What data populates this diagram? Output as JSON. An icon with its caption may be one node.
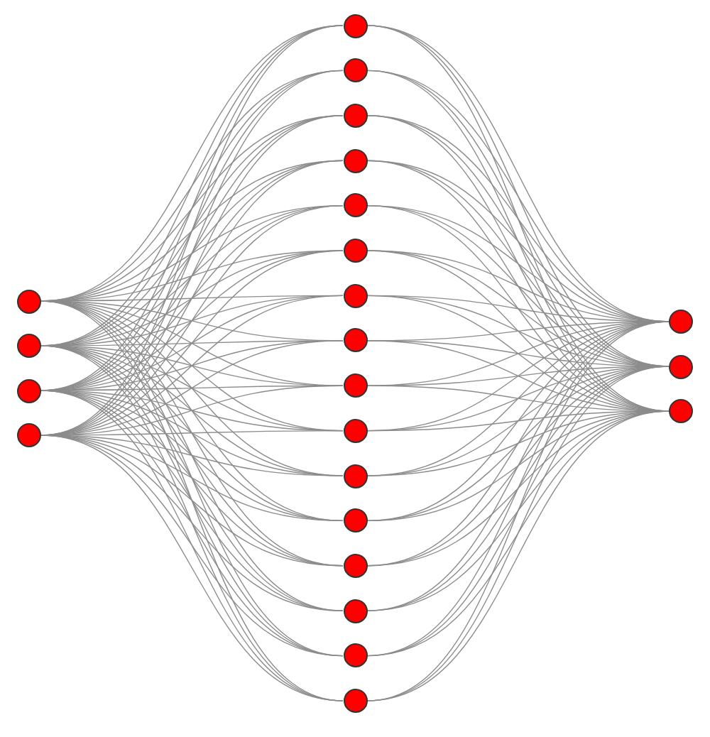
{
  "diagram": {
    "nodes": [
      {
        "text": [],
        "shape": "circle"
      },
      {
        "text": [],
        "shape": "circle"
      },
      {
        "text": [],
        "shape": "circle"
      },
      {
        "text": [],
        "shape": "circle"
      },
      {
        "text": [],
        "shape": "circle"
      },
      {
        "text": [],
        "shape": "circle"
      },
      {
        "text": [],
        "shape": "circle"
      },
      {
        "text": [],
        "shape": "circle"
      },
      {
        "text": [],
        "shape": "circle"
      },
      {
        "text": [],
        "shape": "circle"
      },
      {
        "text": [],
        "shape": "circle"
      },
      {
        "text": [],
        "shape": "circle"
      },
      {
        "text": [],
        "shape": "circle"
      },
      {
        "text": [],
        "shape": "circle"
      },
      {
        "text": [],
        "shape": "circle"
      },
      {
        "text": [],
        "shape": "circle"
      },
      {
        "text": [],
        "shape": "circle"
      },
      {
        "text": [],
        "shape": "circle"
      },
      {
        "text": [],
        "shape": "circle"
      },
      {
        "text": [],
        "shape": "circle"
      },
      {
        "text": [],
        "shape": "circle"
      },
      {
        "text": [],
        "shape": "circle"
      },
      {
        "text": [],
        "shape": "circle"
      }
    ],
    "edges": [
      {
        "from": 0,
        "to": 4,
        "arrow": "none"
      },
      {
        "from": 0,
        "to": 5,
        "arrow": "none"
      },
      {
        "from": 0,
        "to": 6,
        "arrow": "none"
      },
      {
        "from": 0,
        "to": 7,
        "arrow": "none"
      },
      {
        "from": 0,
        "to": 8,
        "arrow": "none"
      },
      {
        "from": 0,
        "to": 9,
        "arrow": "none"
      },
      {
        "from": 0,
        "to": 10,
        "arrow": "none"
      },
      {
        "from": 0,
        "to": 11,
        "arrow": "none"
      },
      {
        "from": 0,
        "to": 12,
        "arrow": "none"
      },
      {
        "from": 0,
        "to": 13,
        "arrow": "none"
      },
      {
        "from": 0,
        "to": 14,
        "arrow": "none"
      },
      {
        "from": 0,
        "to": 15,
        "arrow": "none"
      },
      {
        "from": 0,
        "to": 16,
        "arrow": "none"
      },
      {
        "from": 0,
        "to": 17,
        "arrow": "none"
      },
      {
        "from": 0,
        "to": 18,
        "arrow": "none"
      },
      {
        "from": 0,
        "to": 19,
        "arrow": "none"
      },
      {
        "from": 1,
        "to": 4,
        "arrow": "none"
      },
      {
        "from": 1,
        "to": 5,
        "arrow": "none"
      },
      {
        "from": 1,
        "to": 6,
        "arrow": "none"
      },
      {
        "from": 1,
        "to": 7,
        "arrow": "none"
      },
      {
        "from": 1,
        "to": 8,
        "arrow": "none"
      },
      {
        "from": 1,
        "to": 9,
        "arrow": "none"
      },
      {
        "from": 1,
        "to": 10,
        "arrow": "none"
      },
      {
        "from": 1,
        "to": 11,
        "arrow": "none"
      },
      {
        "from": 1,
        "to": 12,
        "arrow": "none"
      },
      {
        "from": 1,
        "to": 13,
        "arrow": "none"
      },
      {
        "from": 1,
        "to": 14,
        "arrow": "none"
      },
      {
        "from": 1,
        "to": 15,
        "arrow": "none"
      },
      {
        "from": 1,
        "to": 16,
        "arrow": "none"
      },
      {
        "from": 1,
        "to": 17,
        "arrow": "none"
      },
      {
        "from": 1,
        "to": 18,
        "arrow": "none"
      },
      {
        "from": 1,
        "to": 19,
        "arrow": "none"
      },
      {
        "from": 2,
        "to": 4,
        "arrow": "none"
      },
      {
        "from": 2,
        "to": 5,
        "arrow": "none"
      },
      {
        "from": 2,
        "to": 6,
        "arrow": "none"
      },
      {
        "from": 2,
        "to": 7,
        "arrow": "none"
      },
      {
        "from": 2,
        "to": 8,
        "arrow": "none"
      },
      {
        "from": 2,
        "to": 9,
        "arrow": "none"
      },
      {
        "from": 2,
        "to": 10,
        "arrow": "none"
      },
      {
        "from": 2,
        "to": 11,
        "arrow": "none"
      },
      {
        "from": 2,
        "to": 12,
        "arrow": "none"
      },
      {
        "from": 2,
        "to": 13,
        "arrow": "none"
      },
      {
        "from": 2,
        "to": 14,
        "arrow": "none"
      },
      {
        "from": 2,
        "to": 15,
        "arrow": "none"
      },
      {
        "from": 2,
        "to": 16,
        "arrow": "none"
      },
      {
        "from": 2,
        "to": 17,
        "arrow": "none"
      },
      {
        "from": 2,
        "to": 18,
        "arrow": "none"
      },
      {
        "from": 2,
        "to": 19,
        "arrow": "none"
      },
      {
        "from": 3,
        "to": 4,
        "arrow": "none"
      },
      {
        "from": 3,
        "to": 5,
        "arrow": "none"
      },
      {
        "from": 3,
        "to": 6,
        "arrow": "none"
      },
      {
        "from": 3,
        "to": 7,
        "arrow": "none"
      },
      {
        "from": 3,
        "to": 8,
        "arrow": "none"
      },
      {
        "from": 3,
        "to": 9,
        "arrow": "none"
      },
      {
        "from": 3,
        "to": 10,
        "arrow": "none"
      },
      {
        "from": 3,
        "to": 11,
        "arrow": "none"
      },
      {
        "from": 3,
        "to": 12,
        "arrow": "none"
      },
      {
        "from": 3,
        "to": 13,
        "arrow": "none"
      },
      {
        "from": 3,
        "to": 14,
        "arrow": "none"
      },
      {
        "from": 3,
        "to": 15,
        "arrow": "none"
      },
      {
        "from": 3,
        "to": 16,
        "arrow": "none"
      },
      {
        "from": 3,
        "to": 17,
        "arrow": "none"
      },
      {
        "from": 3,
        "to": 18,
        "arrow": "none"
      },
      {
        "from": 3,
        "to": 19,
        "arrow": "none"
      },
      {
        "from": 4,
        "to": 20,
        "arrow": "none"
      },
      {
        "from": 4,
        "to": 21,
        "arrow": "none"
      },
      {
        "from": 4,
        "to": 22,
        "arrow": "none"
      },
      {
        "from": 5,
        "to": 20,
        "arrow": "none"
      },
      {
        "from": 5,
        "to": 21,
        "arrow": "none"
      },
      {
        "from": 5,
        "to": 22,
        "arrow": "none"
      },
      {
        "from": 6,
        "to": 20,
        "arrow": "none"
      },
      {
        "from": 6,
        "to": 21,
        "arrow": "none"
      },
      {
        "from": 6,
        "to": 22,
        "arrow": "none"
      },
      {
        "from": 7,
        "to": 20,
        "arrow": "none"
      },
      {
        "from": 7,
        "to": 21,
        "arrow": "none"
      },
      {
        "from": 7,
        "to": 22,
        "arrow": "none"
      },
      {
        "from": 8,
        "to": 20,
        "arrow": "none"
      },
      {
        "from": 8,
        "to": 21,
        "arrow": "none"
      },
      {
        "from": 8,
        "to": 22,
        "arrow": "none"
      },
      {
        "from": 9,
        "to": 20,
        "arrow": "none"
      },
      {
        "from": 9,
        "to": 21,
        "arrow": "none"
      },
      {
        "from": 9,
        "to": 22,
        "arrow": "none"
      },
      {
        "from": 10,
        "to": 20,
        "arrow": "none"
      },
      {
        "from": 10,
        "to": 21,
        "arrow": "none"
      },
      {
        "from": 10,
        "to": 22,
        "arrow": "none"
      },
      {
        "from": 11,
        "to": 20,
        "arrow": "none"
      },
      {
        "from": 11,
        "to": 21,
        "arrow": "none"
      },
      {
        "from": 11,
        "to": 22,
        "arrow": "none"
      },
      {
        "from": 12,
        "to": 20,
        "arrow": "none"
      },
      {
        "from": 12,
        "to": 21,
        "arrow": "none"
      },
      {
        "from": 12,
        "to": 22,
        "arrow": "none"
      },
      {
        "from": 13,
        "to": 20,
        "arrow": "none"
      },
      {
        "from": 13,
        "to": 21,
        "arrow": "none"
      },
      {
        "from": 13,
        "to": 22,
        "arrow": "none"
      },
      {
        "from": 14,
        "to": 20,
        "arrow": "none"
      },
      {
        "from": 14,
        "to": 21,
        "arrow": "none"
      },
      {
        "from": 14,
        "to": 22,
        "arrow": "none"
      },
      {
        "from": 15,
        "to": 20,
        "arrow": "none"
      },
      {
        "from": 15,
        "to": 21,
        "arrow": "none"
      },
      {
        "from": 15,
        "to": 22,
        "arrow": "none"
      },
      {
        "from": 16,
        "to": 20,
        "arrow": "none"
      },
      {
        "from": 16,
        "to": 21,
        "arrow": "none"
      },
      {
        "from": 16,
        "to": 22,
        "arrow": "none"
      },
      {
        "from": 17,
        "to": 20,
        "arrow": "none"
      },
      {
        "from": 17,
        "to": 21,
        "arrow": "none"
      },
      {
        "from": 17,
        "to": 22,
        "arrow": "none"
      },
      {
        "from": 18,
        "to": 20,
        "arrow": "none"
      },
      {
        "from": 18,
        "to": 21,
        "arrow": "none"
      },
      {
        "from": 18,
        "to": 22,
        "arrow": "none"
      },
      {
        "from": 19,
        "to": 20,
        "arrow": "none"
      },
      {
        "from": 19,
        "to": 21,
        "arrow": "none"
      },
      {
        "from": 19,
        "to": 22,
        "arrow": "none"
      }
    ]
  }
}
